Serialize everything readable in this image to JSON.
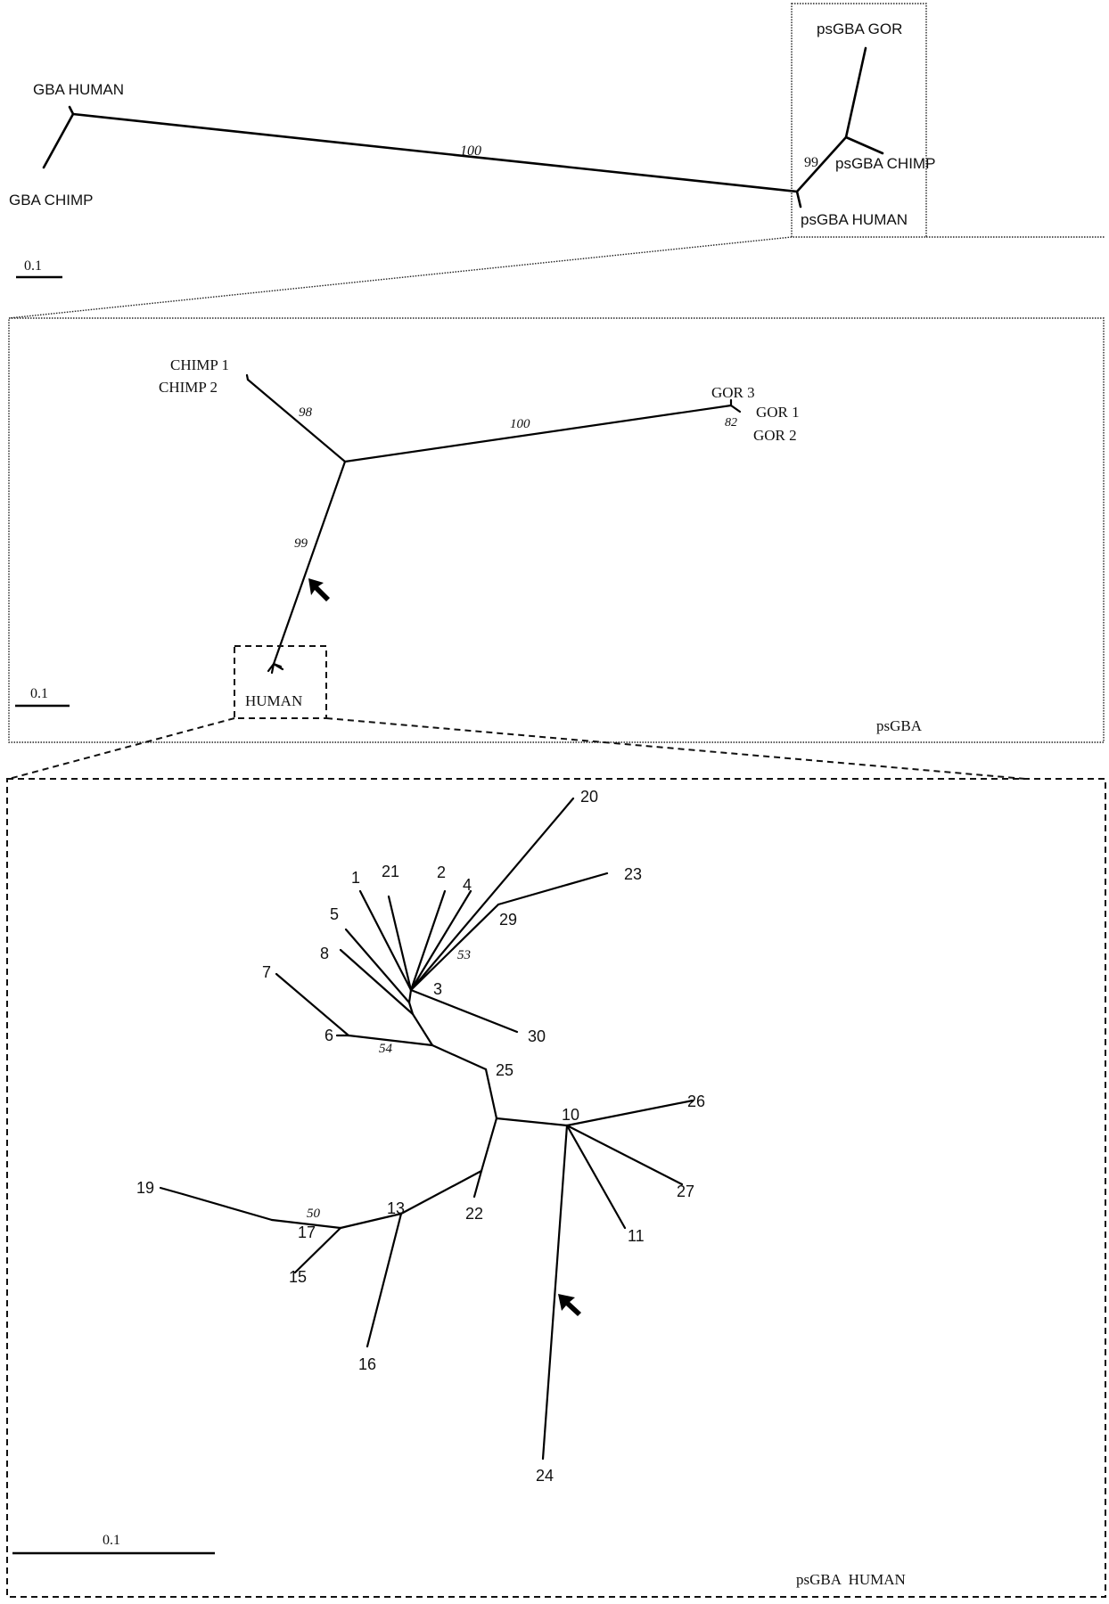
{
  "panels": {
    "gba_tree": {
      "scale_label": "0.1",
      "labels": {
        "gba_human": "GBA HUMAN",
        "gba_chimp": "GBA CHIMP",
        "psgba_gor": "psGBA GOR",
        "psgba_chimp": "psGBA CHIMP",
        "psgba_human": "psGBA HUMAN"
      },
      "bootstrap": {
        "main_branch": "100",
        "psgba_branch": "99"
      }
    },
    "psgba_tree": {
      "title": "psGBA",
      "scale_label": "0.1",
      "labels": {
        "chimp1": "CHIMP 1",
        "chimp2": "CHIMP 2",
        "gor1": "GOR 1",
        "gor2": "GOR 2",
        "gor3": "GOR 3",
        "human": "HUMAN"
      },
      "bootstrap": {
        "chimp": "98",
        "gor_main": "100",
        "gor_inner": "82",
        "human": "99"
      }
    },
    "psgba_human_tree": {
      "title": "psGBA  HUMAN",
      "scale_label": "0.1",
      "taxa": [
        "1",
        "2",
        "3",
        "4",
        "5",
        "6",
        "7",
        "8",
        "10",
        "11",
        "13",
        "15",
        "16",
        "17",
        "19",
        "20",
        "21",
        "22",
        "23",
        "24",
        "25",
        "26",
        "27",
        "29",
        "30"
      ],
      "bootstrap": {
        "b53": "53",
        "b54": "54",
        "b50": "50"
      }
    }
  }
}
